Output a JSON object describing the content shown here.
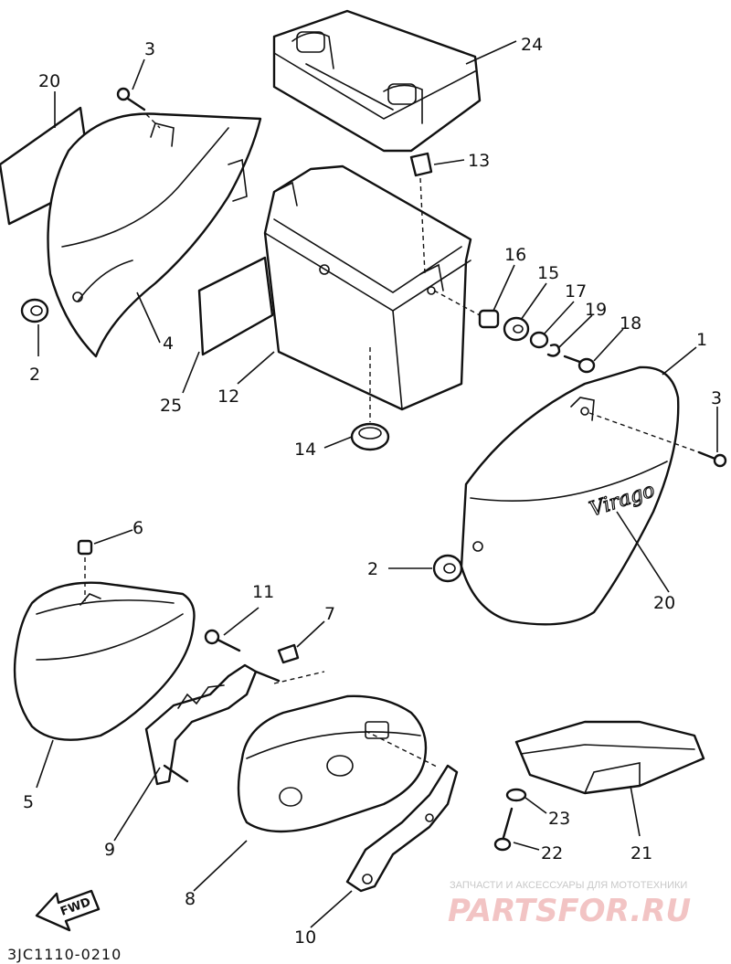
{
  "callouts": {
    "p1": "1",
    "p2a": "2",
    "p2b": "2",
    "p3a": "3",
    "p3b": "3",
    "p4": "4",
    "p5": "5",
    "p6": "6",
    "p7": "7",
    "p8": "8",
    "p9": "9",
    "p10": "10",
    "p11": "11",
    "p12": "12",
    "p13": "13",
    "p14": "14",
    "p15": "15",
    "p16": "16",
    "p17": "17",
    "p18": "18",
    "p19": "19",
    "p20a": "20",
    "p20b": "20",
    "p21": "21",
    "p22": "22",
    "p23": "23",
    "p24": "24",
    "p25": "25"
  },
  "emblem_text": "Virago",
  "fwd_label": "FWD",
  "diagram_code": "3JC1110-0210",
  "watermark": {
    "top_line": "ЗАПЧАСТИ И АКСЕССУАРЫ ДЛЯ МОТОТЕХНИКИ",
    "logo": "PARTSFOR.RU"
  }
}
